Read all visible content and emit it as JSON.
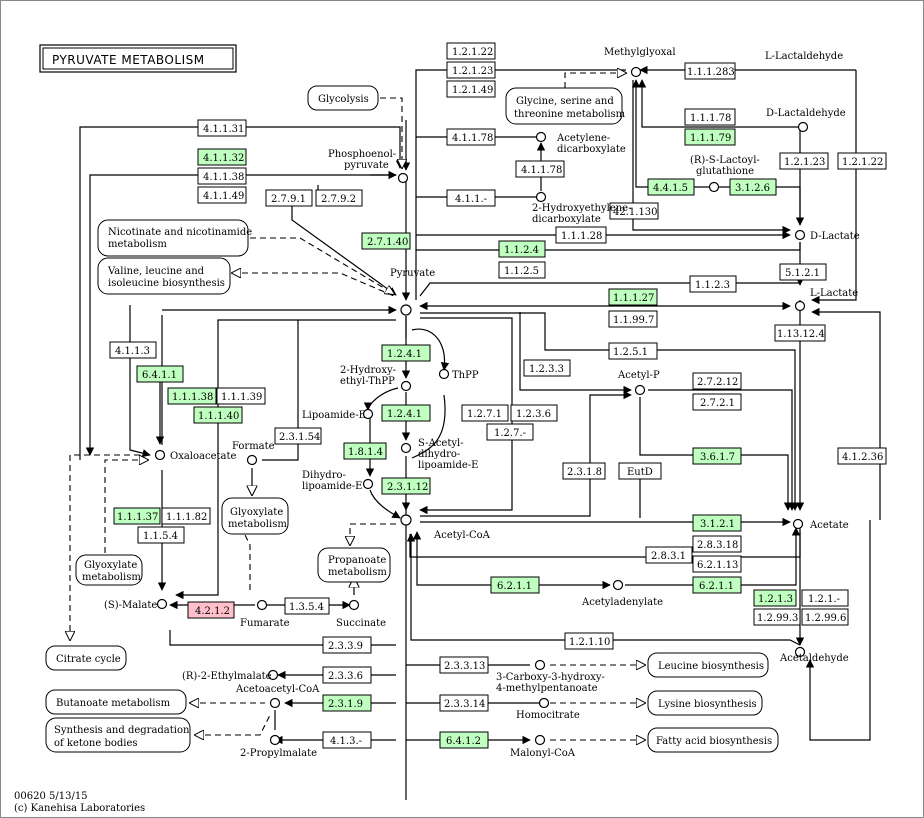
{
  "title": "PYRUVATE METABOLISM",
  "footer": {
    "line1": "00620 5/13/15",
    "line2": "(c) Kanehisa Laboratories"
  },
  "colors": {
    "enzyme_highlight": "#bfffbf",
    "enzyme_red": "#ffc0cb",
    "enzyme_plain": "#ffffff",
    "lines": "#000000"
  },
  "compounds": {
    "methylglyoxal": "Methylglyoxal",
    "l_lactaldehyde": "L-Lactaldehyde",
    "d_lactaldehyde": "D-Lactaldehyde",
    "r_s_lactoyl_1": "(R)-S-Lactoyl-",
    "r_s_lactoyl_2": "glutathione",
    "d_lactate": "D-Lactate",
    "l_lactate": "L-Lactate",
    "pep_1": "Phosphoenol-",
    "pep_2": "pyruvate",
    "acetylene_1": "Acetylene-",
    "acetylene_2": "dicarboxylate",
    "hydroxyethylene_1": "2-Hydroxyethylene-",
    "hydroxyethylene_2": "dicarboxylate",
    "pyruvate": "Pyruvate",
    "hydroxyethyl_thpp_1": "2-Hydroxy-",
    "hydroxyethyl_thpp_2": "ethyl-ThPP",
    "thpp": "ThPP",
    "lipoamide_e": "Lipoamide-E",
    "s_acetyl_1": "S-Acetyl-",
    "s_acetyl_2": "dihydro-",
    "s_acetyl_3": "lipoamide-E",
    "dihydrolipoamide_1": "Dihydro-",
    "dihydrolipoamide_2": "lipoamide-E",
    "acetyl_p": "Acetyl-P",
    "acetate": "Acetate",
    "acetyl_coa": "Acetyl-CoA",
    "oxaloacetate": "Oxaloacetate",
    "formate": "Formate",
    "acetyladenylate": "Acetyladenylate",
    "s_malate": "(S)-Malate",
    "fumarate": "Fumarate",
    "succinate": "Succinate",
    "acetaldehyde": "Acetaldehyde",
    "r_ethylmalate": "(R)-2-Ethylmalate",
    "hydroxy_methylpentanoate_1": "3-Carboxy-3-hydroxy-",
    "hydroxy_methylpentanoate_2": "4-methylpentanoate",
    "acetoacetyl_coa": "Acetoacetyl-CoA",
    "homocitrate": "Homocitrate",
    "propylmalate": "2-Propylmalate",
    "malonyl_coa": "Malonyl-CoA"
  },
  "maps": {
    "glycolysis": "Glycolysis",
    "glycine_1": "Glycine, serine and",
    "glycine_2": "threonine metabolism",
    "nicotinate_1": "Nicotinate and nicotinamide",
    "nicotinate_2": "metabolism",
    "valine_1": "Valine, leucine and",
    "valine_2": "isoleucine biosynthesis",
    "glyoxylate_a_1": "Glyoxylate",
    "glyoxylate_a_2": "metabolism",
    "glyoxylate_b_1": "Glyoxylate",
    "glyoxylate_b_2": "metabolism",
    "propanoate_1": "Propanoate",
    "propanoate_2": "metabolism",
    "citrate": "Citrate cycle",
    "butanoate": "Butanoate metabolism",
    "ketone_1": "Synthesis and degradation",
    "ketone_2": "of ketone bodies",
    "leucine": "Leucine biosynthesis",
    "lysine": "Lysine biosynthesis",
    "fatty_acid": "Fatty acid biosynthesis"
  },
  "enzymes": {
    "e1": "1.2.1.22",
    "e2": "1.2.1.23",
    "e3": "1.2.1.49",
    "e4": "1.1.1.283",
    "e5": "4.1.1.31",
    "e6": "1.1.1.78",
    "e7": "1.1.1.79",
    "e8": "4.1.1.78",
    "e9": "4.1.1.78",
    "e10": "4.1.1.32",
    "e11": "4.1.1.38",
    "e12": "4.1.1.49",
    "e13": "4.4.1.5",
    "e14": "3.1.2.6",
    "e15": "1.2.1.23",
    "e16": "1.2.1.22",
    "e17": "2.7.9.1",
    "e18": "2.7.9.2",
    "e19": "4.1.1.-",
    "e20": "42.1.130",
    "e21": "2.7.1.40",
    "e22": "1.1.1.28",
    "e23": "1.1.2.4",
    "e24": "1.1.2.5",
    "e25": "5.1.2.1",
    "e26": "1.1.2.3",
    "e27": "1.1.1.27",
    "e28": "1.1.99.7",
    "e29": "1.13.12.4",
    "e30": "4.1.1.3",
    "e31": "1.2.4.1",
    "e32": "1.2.5.1",
    "e33": "6.4.1.1",
    "e34": "1.2.3.3",
    "e35": "2.7.2.12",
    "e36": "1.1.1.38",
    "e37": "1.1.1.39",
    "e38": "1.1.1.40",
    "e39": "1.2.4.1",
    "e40": "1.2.7.1",
    "e41": "1.2.3.6",
    "e42": "2.7.2.1",
    "e43": "2.3.1.54",
    "e44": "1.8.1.4",
    "e45": "1.2.7.-",
    "e46": "4.1.2.36",
    "e47": "2.3.1.12",
    "e48": "2.3.1.8",
    "e49": "EutD",
    "e50": "3.6.1.7",
    "e51": "1.1.1.37",
    "e52": "1.1.1.82",
    "e53": "3.1.2.1",
    "e54": "1.1.5.4",
    "e55": "2.8.3.1",
    "e56": "2.8.3.18",
    "e57": "6.2.1.13",
    "e58": "6.2.1.1",
    "e59": "6.2.1.1",
    "e60": "1.2.1.3",
    "e61": "1.2.1.-",
    "e62": "4.2.1.2",
    "e63": "1.3.5.4",
    "e64": "1.2.99.3",
    "e65": "1.2.99.6",
    "e66": "2.3.3.9",
    "e67": "1.2.1.10",
    "e68": "2.3.3.6",
    "e69": "2.3.3.13",
    "e70": "2.3.1.9",
    "e71": "2.3.3.14",
    "e72": "4.1.3.-",
    "e73": "6.4.1.2"
  }
}
